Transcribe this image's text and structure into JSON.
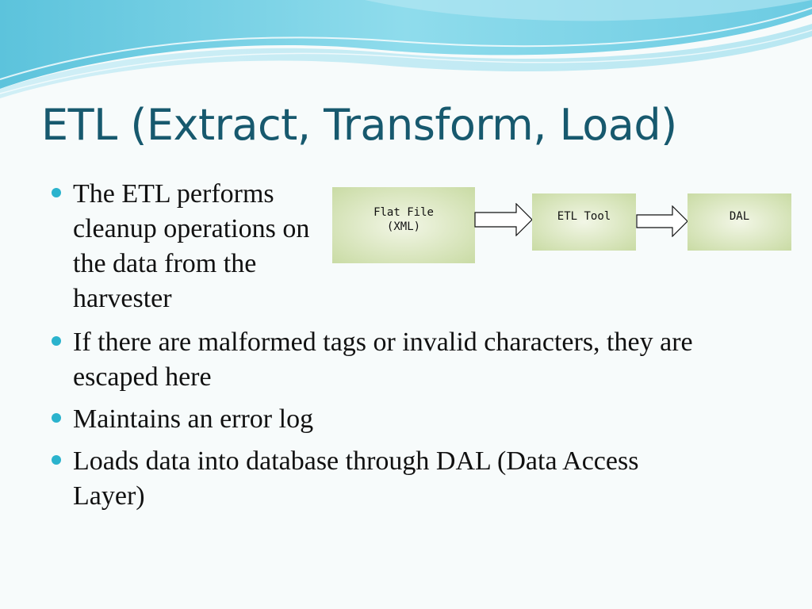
{
  "slide": {
    "title": "ETL (Extract, Transform, Load)",
    "bullets": [
      "The ETL performs cleanup operations on the data from the harvester",
      "If there are malformed tags or invalid characters, they are escaped here",
      "Maintains an error log",
      "Loads data into database through DAL (Data Access Layer)"
    ]
  },
  "diagram": {
    "flat_file_line1": "Flat File",
    "flat_file_line2": "(XML)",
    "etl_tool": "ETL Tool",
    "dal": "DAL"
  },
  "colors": {
    "title": "#17596e",
    "bullet": "#2bb3cd",
    "box_fill": "#c9dba4",
    "wave": "#7fd3e6"
  }
}
